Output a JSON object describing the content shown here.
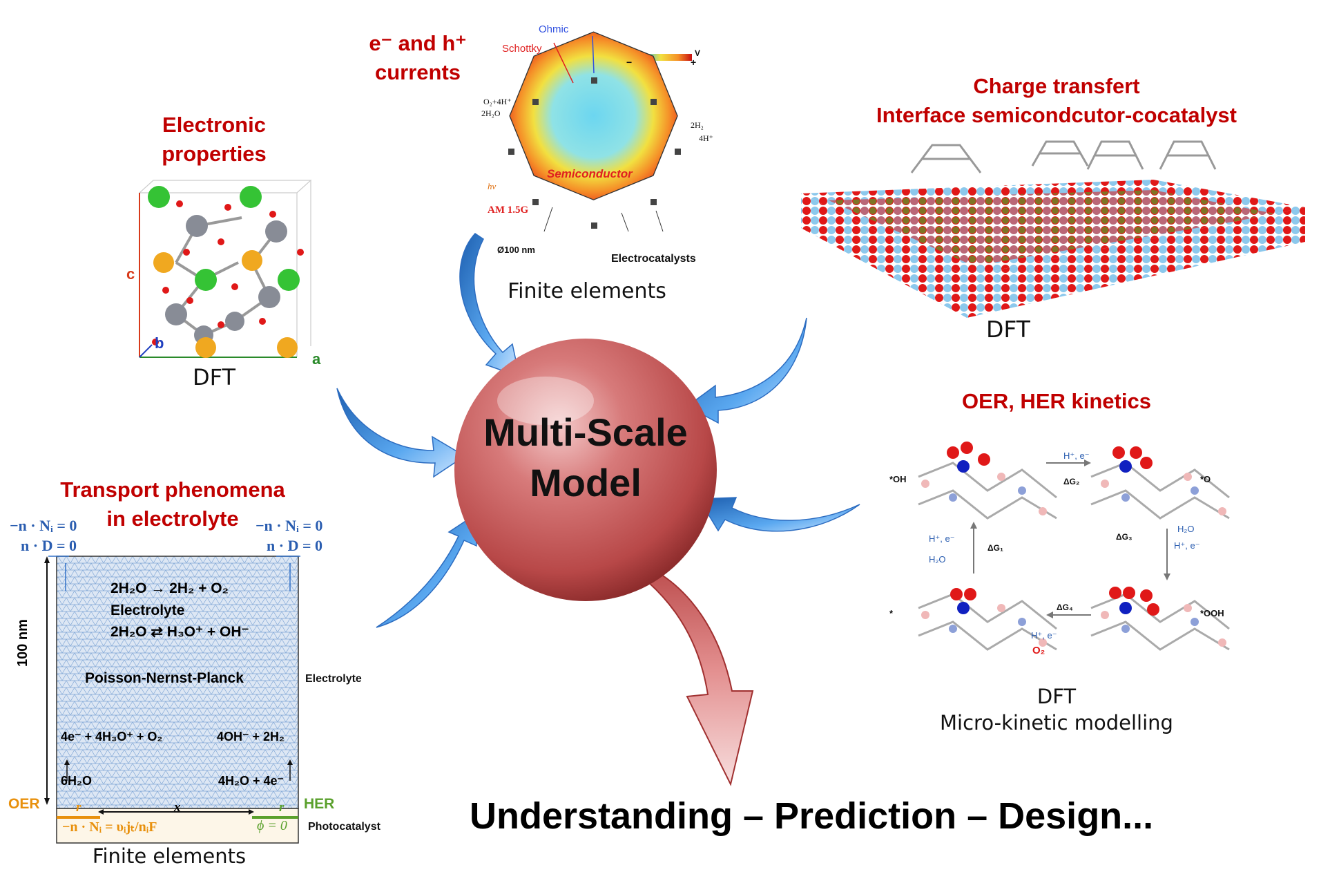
{
  "center": {
    "line1": "Multi-Scale",
    "line2": "Model"
  },
  "bottom_banner": "Understanding – Prediction – Design...",
  "electronic": {
    "title_l1": "Electronic",
    "title_l2": "properties",
    "axis_c": "c",
    "axis_b": "b",
    "axis_a": "a",
    "caption": "DFT"
  },
  "currents": {
    "title_l1": "e⁻ and h⁺",
    "title_l2": "currents",
    "ohmic": "Ohmic",
    "schottky": "Schottky",
    "scale_min": "−",
    "scale_max": "+",
    "scale_unit": "V",
    "o2": "O₂+4H⁺",
    "h2o": "2H₂O",
    "h2": "2H₂",
    "h4": "4H⁺",
    "semiconductor": "Semiconductor",
    "am": "AM 1.5G",
    "hv": "hν",
    "diameter": "Ø100 nm",
    "electrocatalysts": "Electrocatalysts",
    "caption": "Finite elements"
  },
  "charge": {
    "title_l1": "Charge transfert",
    "title_l2": "Interface semicondcutor-cocatalyst",
    "caption": "DFT"
  },
  "kinetics": {
    "title": "OER, HER kinetics",
    "oh": "*OH",
    "o": "*O",
    "ooh": "*OOH",
    "star": "*",
    "he1": "H⁺, e⁻",
    "dg2": "ΔG₂",
    "dg3": "ΔG₃",
    "h2o_r": "H₂O",
    "he_r": "H⁺, e⁻",
    "he_l": "H⁺, e⁻",
    "dg1": "ΔG₁",
    "h2o_l": "H₂O",
    "dg4": "ΔG₄",
    "he_b": "H⁺, e⁻",
    "o2": "O₂",
    "caption_l1": "DFT",
    "caption_l2": "Micro-kinetic modelling"
  },
  "transport": {
    "title_l1": "Transport phenomena",
    "title_l2": "in electrolyte",
    "bc1": "−n · Nᵢ = 0",
    "bc2": "n · D = 0",
    "bc3": "−n · Nᵢ = 0",
    "bc4": "n · D = 0",
    "r1": "2H₂O → 2H₂ + O₂",
    "electrolyte_in": "Electrolyte",
    "r2": "2H₂O ⇄ H₃O⁺ + OH⁻",
    "pnp": "Poisson-Nernst-Planck",
    "height": "100 nm",
    "electrolyte_side": "Electrolyte",
    "left_rxn": "4e⁻ + 4H₃O⁺ + O₂",
    "right_rxn": "4OH⁻ + 2H₂",
    "left_bot": "6H₂O",
    "right_bot": "4H₂O + 4e⁻",
    "oer": "OER",
    "her": "HER",
    "r_left": "r",
    "x": "x",
    "r_right": "r",
    "flux": "−n · Nᵢ = υᵢjₜ/nᵢF",
    "phi": "ϕ = 0",
    "photocatalyst": "Photocatalyst",
    "caption": "Finite elements"
  },
  "colors": {
    "title_red": "#c00000",
    "sphere": "#c85a5a",
    "arrow_blue": "#3c8fe0",
    "arrow_red": "#d96a6a",
    "mesh": "#7fa6d6",
    "oer": "#e8900c",
    "her": "#5aa02c"
  }
}
